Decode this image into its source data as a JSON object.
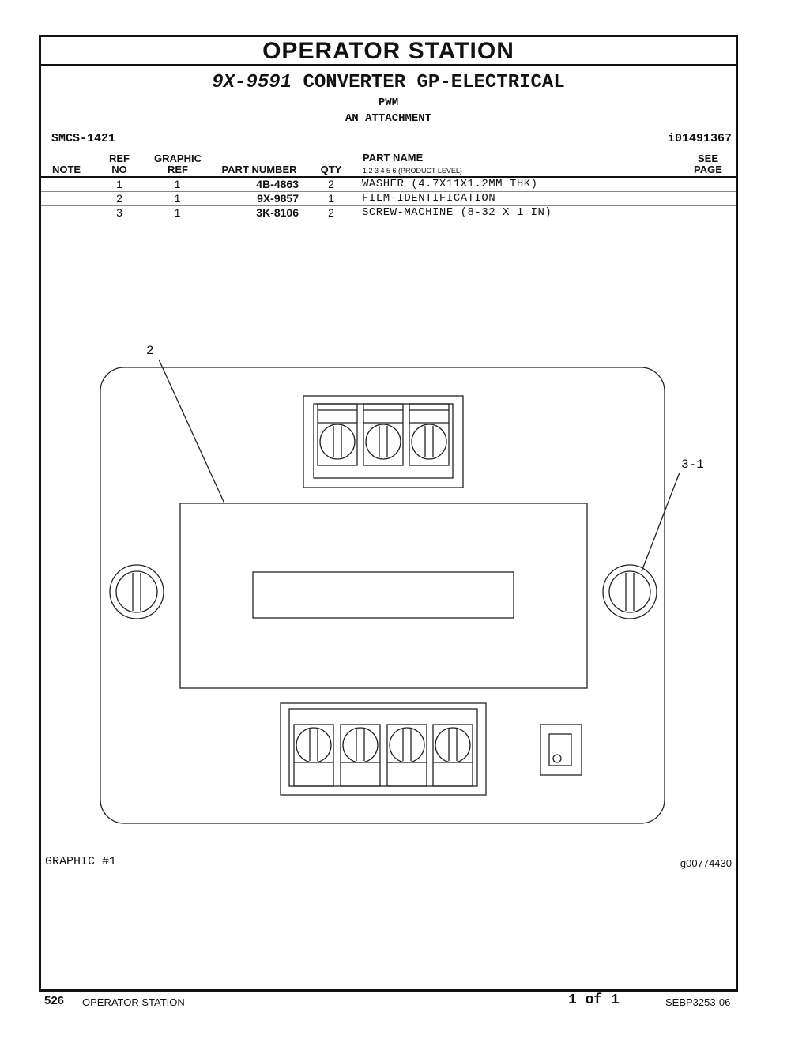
{
  "header": {
    "section_title": "OPERATOR STATION",
    "part_number": "9X-9591",
    "part_title": "CONVERTER GP-ELECTRICAL",
    "line2": "PWM",
    "line3": "AN ATTACHMENT",
    "smcs": "SMCS-1421",
    "ident": "i01491367"
  },
  "table": {
    "columns": {
      "note": "NOTE",
      "ref_top": "REF",
      "ref_bottom": "NO",
      "graphic_top": "GRAPHIC",
      "graphic_bottom": "REF",
      "part_number": "PART NUMBER",
      "qty": "QTY",
      "part_name": "PART NAME",
      "product_levels": "1   2   3   4   5   6   (PRODUCT LEVEL)",
      "see_top": "SEE",
      "see_bottom": "PAGE"
    },
    "rows": [
      {
        "ref": "1",
        "graphic": "1",
        "part_number": "4B-4863",
        "qty": "2",
        "name": "WASHER (4.7X11X1.2MM THK)"
      },
      {
        "ref": "2",
        "graphic": "1",
        "part_number": "9X-9857",
        "qty": "1",
        "name": "FILM-IDENTIFICATION"
      },
      {
        "ref": "3",
        "graphic": "1",
        "part_number": "3K-8106",
        "qty": "2",
        "name": "SCREW-MACHINE (8-32 X 1 IN)"
      }
    ]
  },
  "graphic": {
    "label": "GRAPHIC #1",
    "id": "g00774430",
    "callouts": {
      "film": "2",
      "screw": "3-1"
    }
  },
  "footer": {
    "page_number": "526",
    "section": "OPERATOR STATION",
    "page_of": "1 of 1",
    "doc_id": "SEBP3253-06"
  }
}
